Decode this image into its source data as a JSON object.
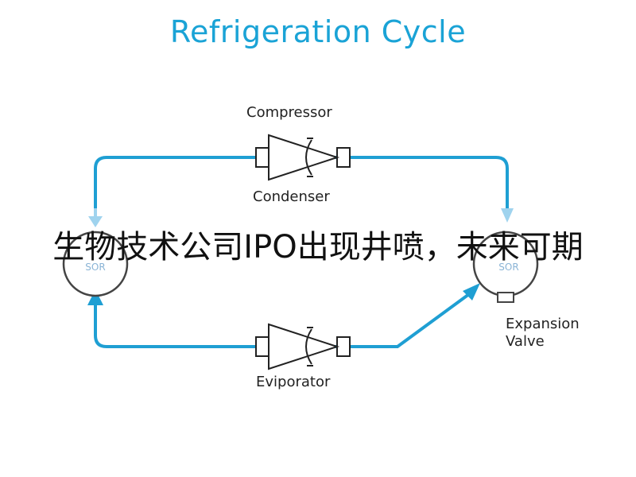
{
  "title": "Refrigeration Cycle",
  "labels": {
    "compressor": "Compressor",
    "condenser": "Condenser",
    "evaporator": "Eviporator",
    "expansion_line1": "Expansion",
    "expansion_line2": "Valve",
    "left_gauge": "SOR",
    "right_gauge": "SOR"
  },
  "overlay_text": "生物技术公司IPO出现井喷，未来可期",
  "colors": {
    "flow_line": "#1f9fd3",
    "title": "#1aa3d6",
    "component_stroke": "#222222",
    "gauge_stroke": "#444444"
  }
}
